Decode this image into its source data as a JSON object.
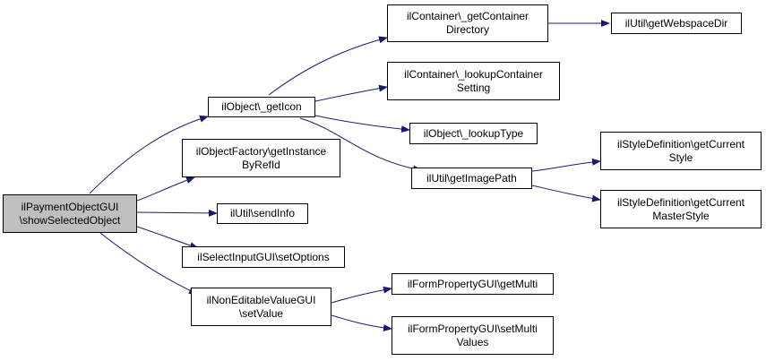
{
  "colors": {
    "edge": "#191970",
    "root_fill": "#bfbfbf",
    "node_fill": "#ffffff",
    "border": "#000000"
  },
  "nodes": {
    "root": {
      "line1": "ilPaymentObjectGUI",
      "line2": "\\showSelectedObject"
    },
    "getIcon": {
      "line1": "ilObject\\_getIcon"
    },
    "getInstance": {
      "line1": "ilObjectFactory\\getInstance",
      "line2": "ByRefId"
    },
    "sendInfo": {
      "line1": "ilUtil\\sendInfo"
    },
    "setOptions": {
      "line1": "ilSelectInputGUI\\setOptions"
    },
    "setValue": {
      "line1": "ilNonEditableValueGUI",
      "line2": "\\setValue"
    },
    "getContainerDir": {
      "line1": "ilContainer\\_getContainer",
      "line2": "Directory"
    },
    "lookupSetting": {
      "line1": "ilContainer\\_lookupContainer",
      "line2": "Setting"
    },
    "lookupType": {
      "line1": "ilObject\\_lookupType"
    },
    "getImagePath": {
      "line1": "ilUtil\\getImagePath"
    },
    "getMulti": {
      "line1": "ilFormPropertyGUI\\getMulti"
    },
    "setMulti": {
      "line1": "ilFormPropertyGUI\\setMulti",
      "line2": "Values"
    },
    "getWebspaceDir": {
      "line1": "ilUtil\\getWebspaceDir"
    },
    "getCurrentStyle": {
      "line1": "ilStyleDefinition\\getCurrent",
      "line2": "Style"
    },
    "getCurrentMaster": {
      "line1": "ilStyleDefinition\\getCurrent",
      "line2": "MasterStyle"
    }
  }
}
